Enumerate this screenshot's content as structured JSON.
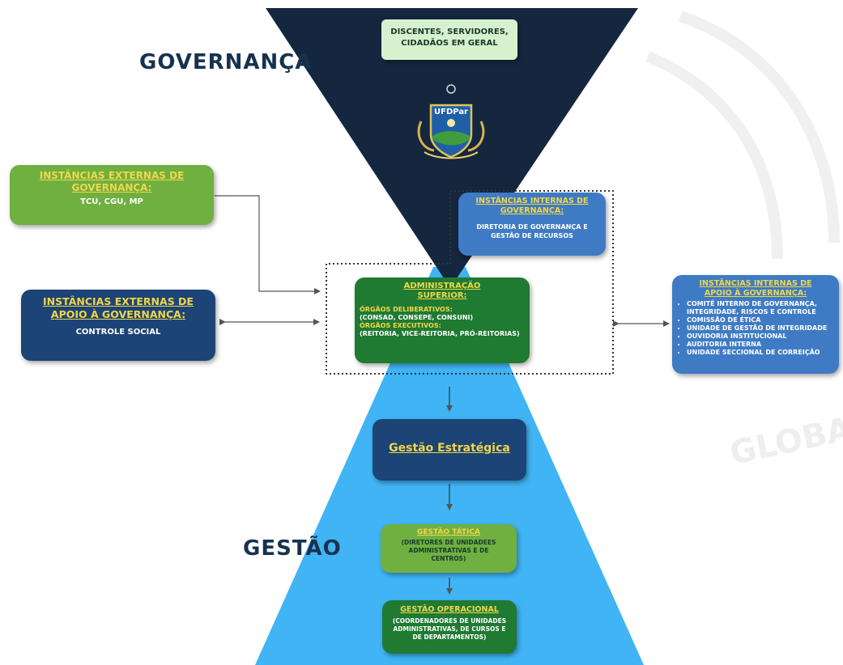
{
  "colors": {
    "navy": "#14273f",
    "sky_blue": "#40b4f4",
    "dark_green": "#1f7a32",
    "light_green": "#6fb041",
    "mid_blue": "#3e7bc4",
    "deep_blue": "#1c4476",
    "mint": "#d7f1cf",
    "yellow_heading": "#f2d648"
  },
  "labels": {
    "governanca": "GOVERNANÇA",
    "gestao": "GESTÃO"
  },
  "watermark": "GLOBAL",
  "logo": {
    "text": "UFDPar",
    "icon": "ufdpar-crest-icon"
  },
  "nodes": {
    "stakeholders": {
      "line1": "DISCENTES, SERVIDORES,",
      "line2": "CIDADÃOS EM GERAL"
    },
    "ext_gov": {
      "title1": "INSTÂNCIAS EXTERNAS DE",
      "title2": "GOVERNANÇA:",
      "body": "TCU, CGU, MP"
    },
    "int_gov": {
      "title1": "INSTÂNCIAS INTERNAS DE",
      "title2": "GOVERNANÇA:",
      "body1": "DIRETORIA DE GOVERNANÇA E",
      "body2": "GESTÃO DE RECURSOS"
    },
    "admin": {
      "title1": "ADMINISTRAÇÃO",
      "title2": "SUPERIOR:",
      "sub1": "ÓRGÃOS DELIBERATIVOS:",
      "body1": "(CONSAD, CONSEPE, CONSUNI)",
      "sub2": "ÓRGÃOS EXECUTIVOS:",
      "body2": "(REITORIA, VICE-REITORIA, PRÓ-REITORIAS)"
    },
    "ext_support": {
      "title1": "INSTÂNCIAS EXTERNAS DE",
      "title2": "APOIO À GOVERNANÇA:",
      "body": "CONTROLE SOCIAL"
    },
    "int_support": {
      "title1": "INSTÂNCIAS INTERNAS DE",
      "title2": "APOIO À GOVERNANÇA:",
      "items": [
        "COMITÊ INTERNO DE GOVERNANÇA, INTEGRIDADE, RISCOS E CONTROLE",
        "COMISSÃO DE ÉTICA",
        "UNIDADE DE GESTÃO DE INTEGRIDADE",
        "OUVIDORIA INSTITUCIONAL",
        "AUDITORIA INTERNA",
        "UNIDADE SECCIONAL DE CORREIÇÃO"
      ]
    },
    "strategic": {
      "title": "Gestão Estratégica"
    },
    "tactical": {
      "title": "GESTÃO TÁTICA",
      "body1": "(DIRETORES DE UNIDADEES",
      "body2": "ADMINISTRATIVAS E DE",
      "body3": "CENTROS)"
    },
    "operational": {
      "title": "GESTÃO OPERACIONAL",
      "body1": "(COORDENADORES DE UNIDADES",
      "body2": "ADMINISTRATIVAS, DE CURSOS E",
      "body3": "DE DEPARTAMENTOS)"
    }
  }
}
